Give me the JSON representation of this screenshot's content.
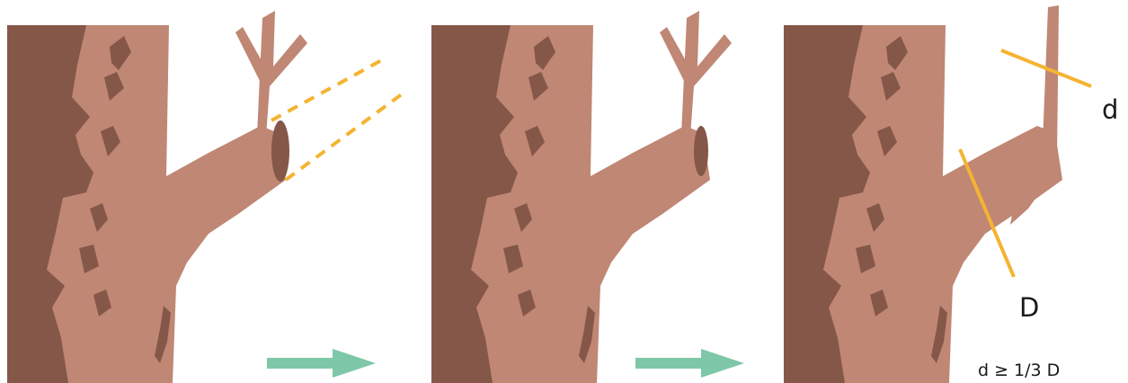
{
  "labels": {
    "branch_diameter": "d",
    "trunk_diameter": "D",
    "rule": "d ≥ 1/3 D"
  },
  "colors": {
    "bark_dark": "#855749",
    "bark_light": "#BF8774",
    "cut_line": "#F5B332",
    "arrow": "#7EC7A8"
  }
}
